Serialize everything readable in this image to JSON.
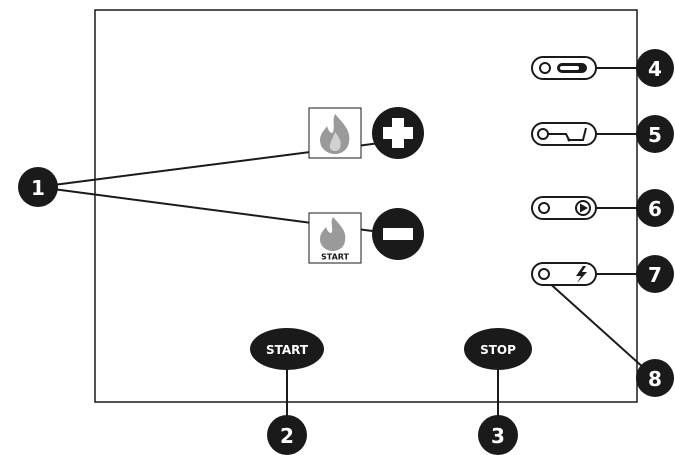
{
  "buttons": {
    "start": "START",
    "stop": "STOP"
  },
  "flame_minus_label": "START",
  "callouts": [
    "1",
    "2",
    "3",
    "4",
    "5",
    "6",
    "7",
    "8"
  ],
  "indicators": [
    {
      "id": 4,
      "icon": "thermometer-icon"
    },
    {
      "id": 5,
      "icon": "pump-icon"
    },
    {
      "id": 6,
      "icon": "play-icon"
    },
    {
      "id": 7,
      "icon": "lightning-icon"
    }
  ],
  "colors": {
    "ink": "#1a1a1a",
    "flame": "#9a9a9a",
    "background": "#ffffff"
  }
}
